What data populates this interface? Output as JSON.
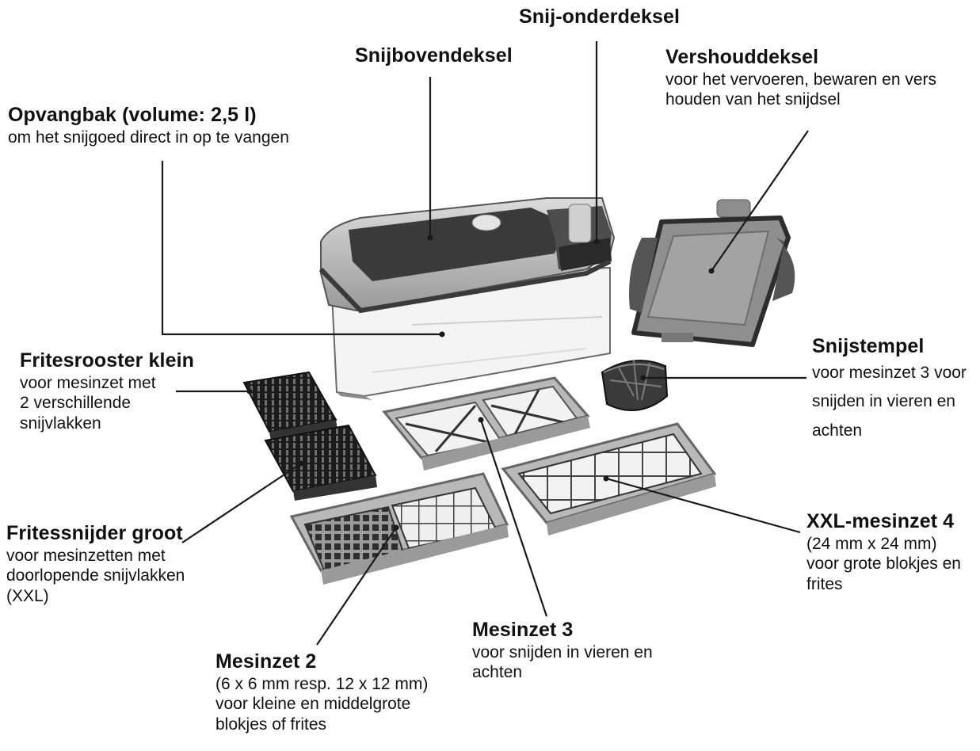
{
  "labels": {
    "snij_onderdeksel": {
      "title": "Snij-onderdeksel"
    },
    "snijbovendeksel": {
      "title": "Snijbovendeksel"
    },
    "vershouddeksel": {
      "title": "Vershouddeksel",
      "desc": "voor het vervoeren, bewaren en vers\nhouden van het snijdsel"
    },
    "opvangbak": {
      "title": "Opvangbak (volume: 2,5 l)",
      "desc": "om het snijgoed direct in op te vangen"
    },
    "fritesrooster_klein": {
      "title": "Fritesrooster klein",
      "desc": "voor mesinzet met\n2 verschillende\nsnijvlakken"
    },
    "snijstempel": {
      "title": "Snijstempel",
      "desc": "voor mesinzet 3 voor\nsnijden in vieren en\nachten"
    },
    "fritessnijder_groot": {
      "title": "Fritessnijder groot",
      "desc": "voor mesinzetten met\ndoorlopende snijvlakken\n(XXL)"
    },
    "xxl_mesinzet_4": {
      "title": "XXL-mesinzet 4",
      "desc": "(24 mm x 24 mm)\nvoor grote blokjes en\nfrites"
    },
    "mesinzet_3": {
      "title": "Mesinzet 3",
      "desc": "voor snijden in vieren en\nachten"
    },
    "mesinzet_2": {
      "title": "Mesinzet 2",
      "desc": "(6 x 6 mm resp. 12 x 12 mm)\nvoor kleine en middelgrote\nblokjes of frites"
    }
  },
  "colors": {
    "text": "#111111",
    "line": "#1a1a1a",
    "dark_part": "#2b2b2b",
    "mid_part": "#8a8a8a",
    "light_part": "#c9c9c9"
  }
}
